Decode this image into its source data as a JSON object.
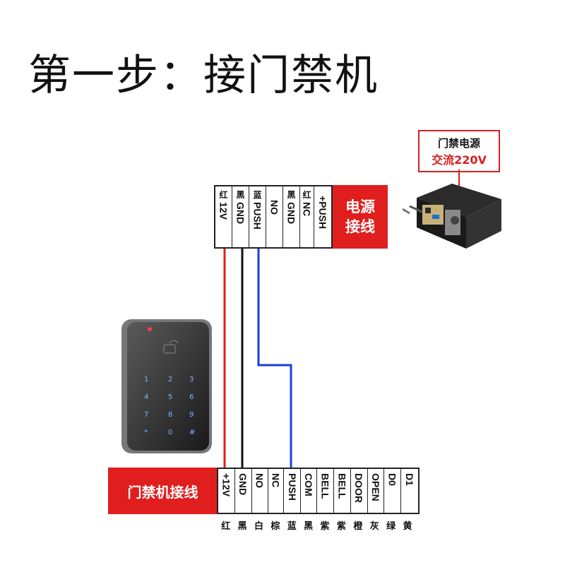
{
  "title": "第一步：接门禁机",
  "power_supply": {
    "box_line1": "门禁电源",
    "box_line2": "交流220V",
    "label_line1": "电源",
    "label_line2": "接线",
    "terminals": [
      {
        "color": "红",
        "name": "12V"
      },
      {
        "color": "黑",
        "name": "GND"
      },
      {
        "color": "蓝",
        "name": "PUSH"
      },
      {
        "color": "",
        "name": "NO"
      },
      {
        "color": "黑",
        "name": "GND"
      },
      {
        "color": "红",
        "name": "NC"
      },
      {
        "color": "",
        "name": "+PUSH"
      }
    ]
  },
  "access_controller": {
    "label": "门禁机接线",
    "terminals": [
      {
        "name": "+12V",
        "color": "红"
      },
      {
        "name": "GND",
        "color": "黑"
      },
      {
        "name": "NO",
        "color": "白"
      },
      {
        "name": "NC",
        "color": "棕"
      },
      {
        "name": "PUSH",
        "color": "蓝"
      },
      {
        "name": "COM",
        "color": "黑"
      },
      {
        "name": "BELL",
        "color": "紫"
      },
      {
        "name": "BELL",
        "color": "紫"
      },
      {
        "name": "DOOR",
        "color": "橙"
      },
      {
        "name": "OPEN",
        "color": "灰"
      },
      {
        "name": "D0",
        "color": "绿"
      },
      {
        "name": "D1",
        "color": "黄"
      }
    ]
  },
  "keypad": {
    "keys": [
      "1",
      "2",
      "4",
      "6",
      "7",
      "8",
      "9",
      "*",
      "0",
      "#"
    ]
  },
  "colors": {
    "red_wire": "#e0201a",
    "black_wire": "#111111",
    "blue_wire": "#1a3fe0",
    "label_red": "#e01e1e"
  }
}
